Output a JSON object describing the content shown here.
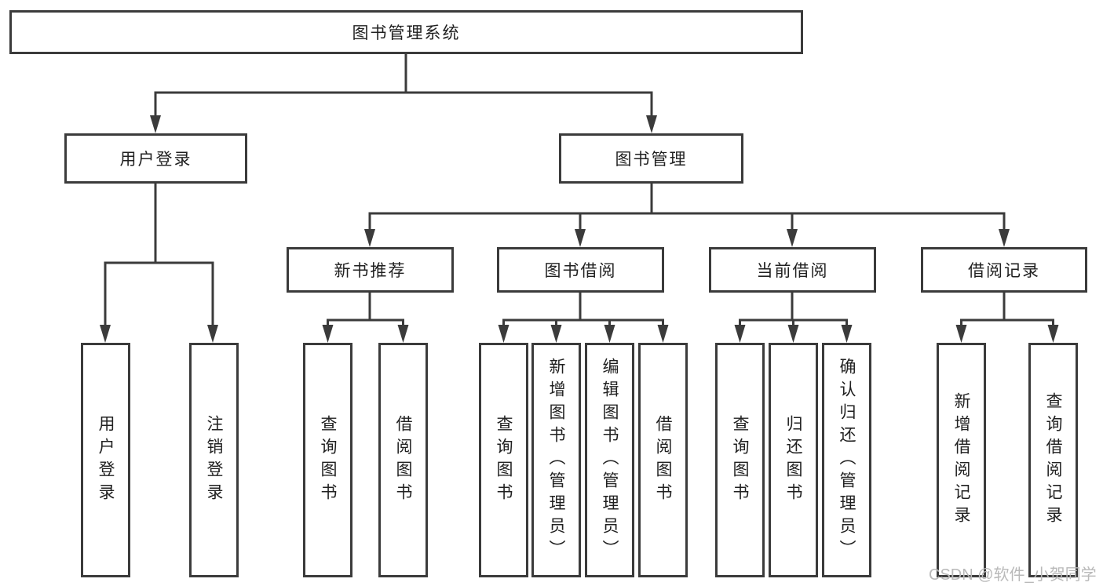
{
  "page": {
    "background": "#ffffff",
    "watermark": {
      "text": "CSDN @软件_小贺同学",
      "color": "#b9b9b9"
    }
  },
  "colors": {
    "line": "#3b3b3b",
    "box_border": "#3b3b3b",
    "text": "#212121"
  },
  "tree": {
    "label": "图书管理系统",
    "children": [
      {
        "label": "用户登录",
        "children": [
          {
            "label": "用户登录"
          },
          {
            "label": "注销登录"
          }
        ]
      },
      {
        "label": "图书管理",
        "children": [
          {
            "label": "新书推荐",
            "children": [
              {
                "label": "查询图书"
              },
              {
                "label": "借阅图书"
              }
            ]
          },
          {
            "label": "图书借阅",
            "children": [
              {
                "label": "查询图书"
              },
              {
                "label": "新增图书（管理员）"
              },
              {
                "label": "编辑图书（管理员）"
              },
              {
                "label": "借阅图书"
              }
            ]
          },
          {
            "label": "当前借阅",
            "children": [
              {
                "label": "查询图书"
              },
              {
                "label": "归还图书"
              },
              {
                "label": "确认归还（管理员）"
              }
            ]
          },
          {
            "label": "借阅记录",
            "children": [
              {
                "label": "新增借阅记录"
              },
              {
                "label": "查询借阅记录"
              }
            ]
          }
        ]
      }
    ]
  }
}
